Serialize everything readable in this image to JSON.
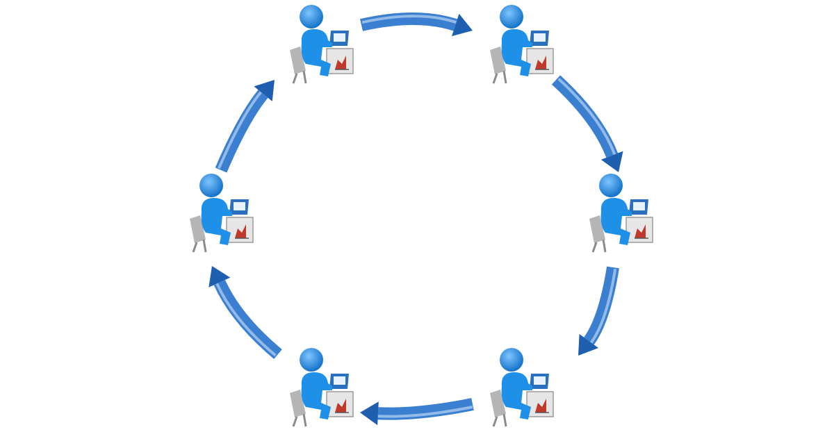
{
  "diagram": {
    "layout": "cycle",
    "direction": "clockwise",
    "node_count": 6,
    "nodes": [
      {
        "icon": "person-at-computer-icon"
      },
      {
        "icon": "person-at-computer-icon"
      },
      {
        "icon": "person-at-computer-icon"
      },
      {
        "icon": "person-at-computer-icon"
      },
      {
        "icon": "person-at-computer-icon"
      },
      {
        "icon": "person-at-computer-icon"
      }
    ],
    "arrows": [
      {
        "from": 0,
        "to": 1,
        "icon": "curved-arrow-icon"
      },
      {
        "from": 1,
        "to": 2,
        "icon": "curved-arrow-icon"
      },
      {
        "from": 2,
        "to": 3,
        "icon": "curved-arrow-icon"
      },
      {
        "from": 3,
        "to": 4,
        "icon": "curved-arrow-icon"
      },
      {
        "from": 4,
        "to": 5,
        "icon": "curved-arrow-icon"
      },
      {
        "from": 5,
        "to": 0,
        "icon": "curved-arrow-icon"
      }
    ],
    "colors": {
      "figure": "#1e90e8",
      "figure_shade": "#0b6cc4",
      "arrow": "#3a7fd0",
      "arrow_dark": "#1f5fb0",
      "arrow_light": "#cfe3fb",
      "chair": "#a8a8a8",
      "laptop": "#2a6fc0",
      "screen": "#e8f2ff",
      "background": "#ffffff"
    }
  }
}
